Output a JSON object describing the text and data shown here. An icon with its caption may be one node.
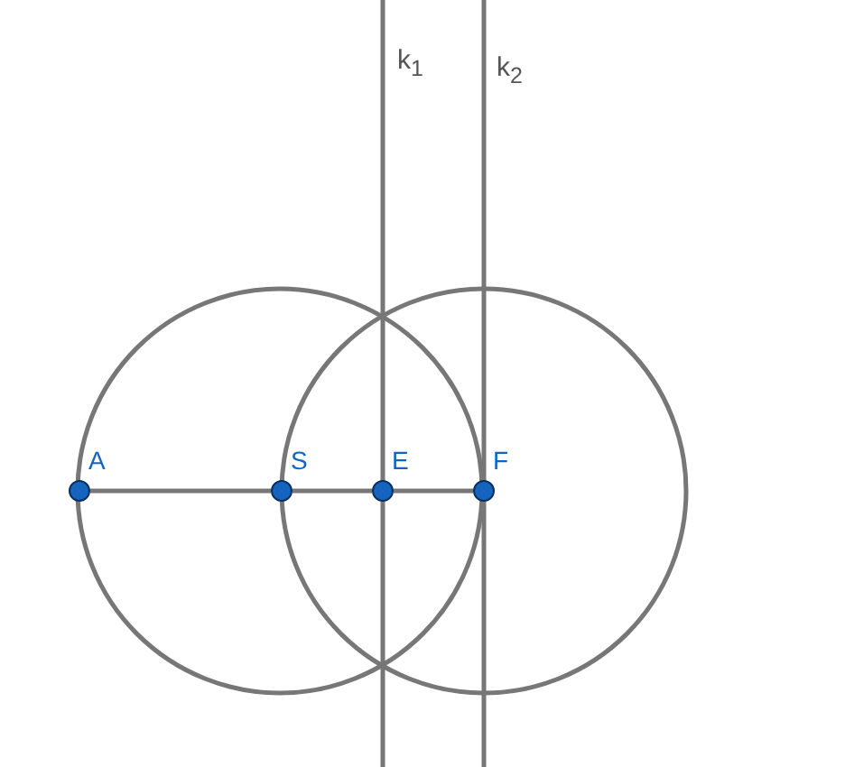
{
  "diagram": {
    "nodes": [
      {
        "text": [],
        "shape": "circle",
        "beside": [
          "A"
        ]
      },
      {
        "text": [],
        "shape": "circle",
        "beside": [
          "S"
        ]
      },
      {
        "text": [],
        "shape": "circle",
        "beside": [
          "E"
        ]
      },
      {
        "text": [],
        "shape": "circle",
        "beside": [
          "F"
        ]
      }
    ],
    "edges": [
      {
        "from": 0,
        "to": 1,
        "arrow": "none"
      },
      {
        "from": 1,
        "to": 2,
        "arrow": "none"
      },
      {
        "from": 2,
        "to": 3,
        "arrow": "none"
      }
    ],
    "labels": [
      "k$_{1}$",
      "k$_{2}$"
    ]
  }
}
